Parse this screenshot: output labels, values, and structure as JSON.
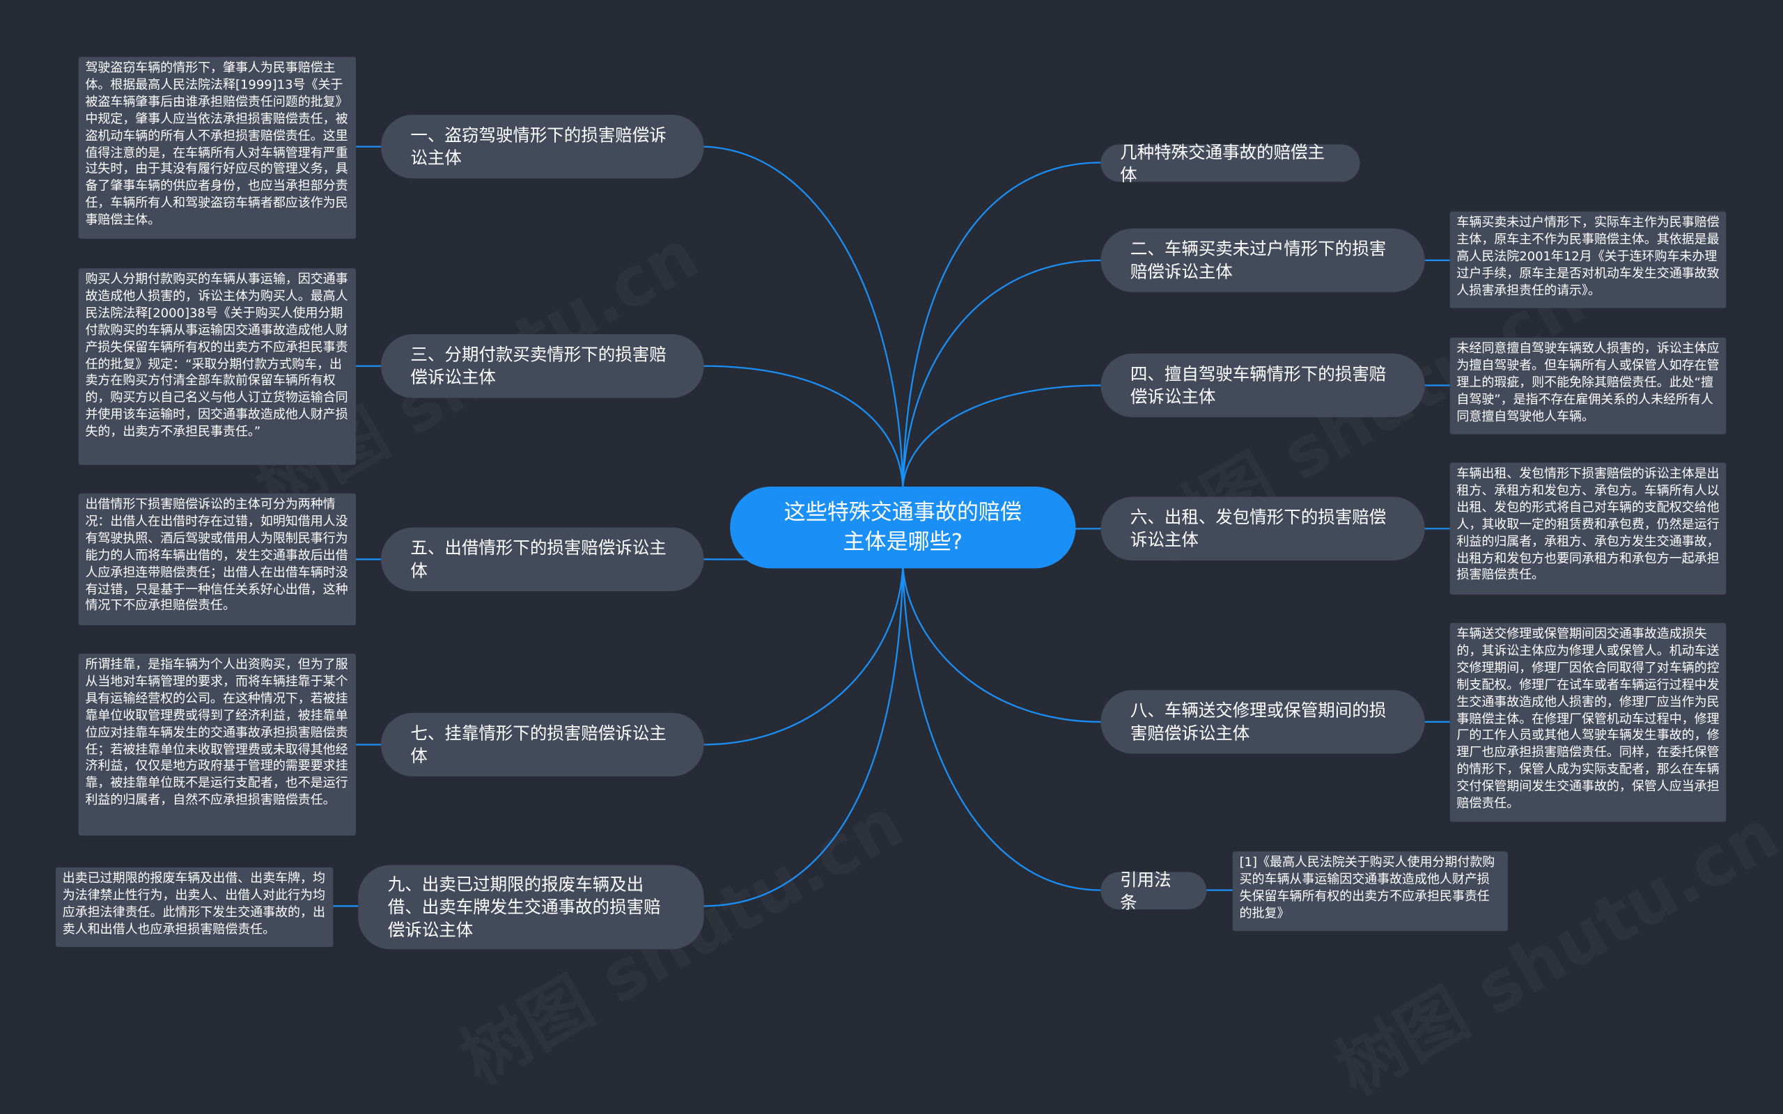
{
  "root": {
    "label": "这些特殊交通事故的赔偿主体是哪些?"
  },
  "left_branches": [
    {
      "label": "一、盗窃驾驶情形下的损害赔偿诉讼主体",
      "note": "驾驶盗窃车辆的情形下，肇事人为民事赔偿主体。根据最高人民法院法释[1999]13号《关于被盗车辆肇事后由谁承担赔偿责任问题的批复》中规定，肇事人应当依法承担损害赔偿责任，被盗机动车辆的所有人不承担损害赔偿责任。这里值得注意的是，在车辆所有人对车辆管理有严重过失时，由于其没有履行好应尽的管理义务，具备了肇事车辆的供应者身份，也应当承担部分责任，车辆所有人和驾驶盗窃车辆者都应该作为民事赔偿主体。"
    },
    {
      "label": "三、分期付款买卖情形下的损害赔偿诉讼主体",
      "note": "购买人分期付款购买的车辆从事运输，因交通事故造成他人损害的，诉讼主体为购买人。最高人民法院法释[2000]38号《关于购买人使用分期付款购买的车辆从事运输因交通事故造成他人财产损失保留车辆所有权的出卖方不应承担民事责任的批复》规定：“采取分期付款方式购车，出卖方在购买方付清全部车款前保留车辆所有权的，购买方以自己名义与他人订立货物运输合同并使用该车运输时，因交通事故造成他人财产损失的，出卖方不承担民事责任。”"
    },
    {
      "label": "五、出借情形下的损害赔偿诉讼主体",
      "note": "出借情形下损害赔偿诉讼的主体可分为两种情况：出借人在出借时存在过错，如明知借用人没有驾驶执照、酒后驾驶或借用人为限制民事行为能力的人而将车辆出借的，发生交通事故后出借人应承担连带赔偿责任；出借人在出借车辆时没有过错，只是基于一种信任关系好心出借，这种情况下不应承担赔偿责任。"
    },
    {
      "label": "七、挂靠情形下的损害赔偿诉讼主体",
      "note": "所谓挂靠，是指车辆为个人出资购买，但为了服从当地对车辆管理的要求，而将车辆挂靠于某个具有运输经营权的公司。在这种情况下，若被挂靠单位收取管理费或得到了经济利益，被挂靠单位应对挂靠车辆发生的交通事故承担损害赔偿责任；若被挂靠单位未收取管理费或未取得其他经济利益，仅仅是地方政府基于管理的需要要求挂靠，被挂靠单位既不是运行支配者，也不是运行利益的归属者，自然不应承担损害赔偿责任。"
    },
    {
      "label": "九、出卖已过期限的报废车辆及出借、出卖车牌发生交通事故的损害赔偿诉讼主体",
      "note": "出卖已过期限的报废车辆及出借、出卖车牌，均为法律禁止性行为，出卖人、出借人对此行为均应承担法律责任。此情形下发生交通事故的，出卖人和出借人也应承担损害赔偿责任。"
    }
  ],
  "right_branches": [
    {
      "label": "几种特殊交通事故的赔偿主体",
      "note": ""
    },
    {
      "label": "二、车辆买卖未过户情形下的损害赔偿诉讼主体",
      "note": "车辆买卖未过户情形下，实际车主作为民事赔偿主体，原车主不作为民事赔偿主体。其依据是最高人民法院2001年12月《关于连环购车未办理过户手续，原车主是否对机动车发生交通事故致人损害承担责任的请示》。"
    },
    {
      "label": "四、擅自驾驶车辆情形下的损害赔偿诉讼主体",
      "note": "未经同意擅自驾驶车辆致人损害的，诉讼主体应为擅自驾驶者。但车辆所有人或保管人如存在管理上的瑕疵，则不能免除其赔偿责任。此处“擅自驾驶”，是指不存在雇佣关系的人未经所有人同意擅自驾驶他人车辆。"
    },
    {
      "label": "六、出租、发包情形下的损害赔偿诉讼主体",
      "note": "车辆出租、发包情形下损害赔偿的诉讼主体是出租方、承租方和发包方、承包方。车辆所有人以出租、发包的形式将自己对车辆的支配权交给他人，其收取一定的租赁费和承包费，仍然是运行利益的归属者，承租方、承包方发生交通事故，出租方和发包方也要同承租方和承包方一起承担损害赔偿责任。"
    },
    {
      "label": "八、车辆送交修理或保管期间的损害赔偿诉讼主体",
      "note": "车辆送交修理或保管期间因交通事故造成损失的，其诉讼主体应为修理人或保管人。机动车送交修理期间，修理厂因依合同取得了对车辆的控制支配权。修理厂在试车或者车辆运行过程中发生交通事故造成他人损害的，修理厂应当作为民事赔偿主体。在修理厂保管机动车过程中，修理厂的工作人员或其他人驾驶车辆发生事故的，修理厂也应承担损害赔偿责任。同样，在委托保管的情形下，保管人成为实际支配者，那么在车辆交付保管期间发生交通事故的，保管人应当承担赔偿责任。"
    },
    {
      "label": "引用法条",
      "note": "[1]《最高人民法院关于购买人使用分期付款购买的车辆从事运输因交通事故造成他人财产损失保留车辆所有权的出卖方不应承担民事责任的批复》"
    }
  ],
  "colors": {
    "background": "#272b36",
    "node": "#434a5a",
    "root": "#1a8ff5",
    "link": "#1a8ff5"
  }
}
